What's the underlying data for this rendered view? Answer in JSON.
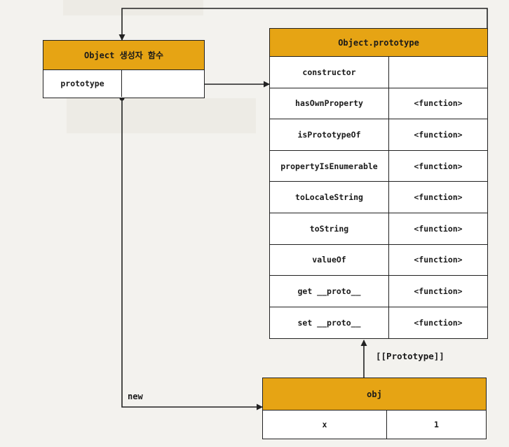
{
  "constructor_box": {
    "title": "Object 생성자 함수",
    "rows": [
      {
        "key": "prototype",
        "value": ""
      }
    ]
  },
  "prototype_box": {
    "title": "Object.prototype",
    "rows": [
      {
        "key": "constructor",
        "value": ""
      },
      {
        "key": "hasOwnProperty",
        "value": "<function>"
      },
      {
        "key": "isPrototypeOf",
        "value": "<function>"
      },
      {
        "key": "propertyIsEnumerable",
        "value": "<function>"
      },
      {
        "key": "toLocaleString",
        "value": "<function>"
      },
      {
        "key": "toString",
        "value": "<function>"
      },
      {
        "key": "valueOf",
        "value": "<function>"
      },
      {
        "key": "get __proto__",
        "value": "<function>"
      },
      {
        "key": "set __proto__",
        "value": "<function>"
      }
    ]
  },
  "obj_box": {
    "title": "obj",
    "rows": [
      {
        "key": "x",
        "value": "1"
      }
    ]
  },
  "labels": {
    "prototype_link": "[[Prototype]]",
    "new_label": "new"
  },
  "colors": {
    "header": "#e6a414",
    "line": "#222222",
    "background": "#f3f2ee"
  }
}
